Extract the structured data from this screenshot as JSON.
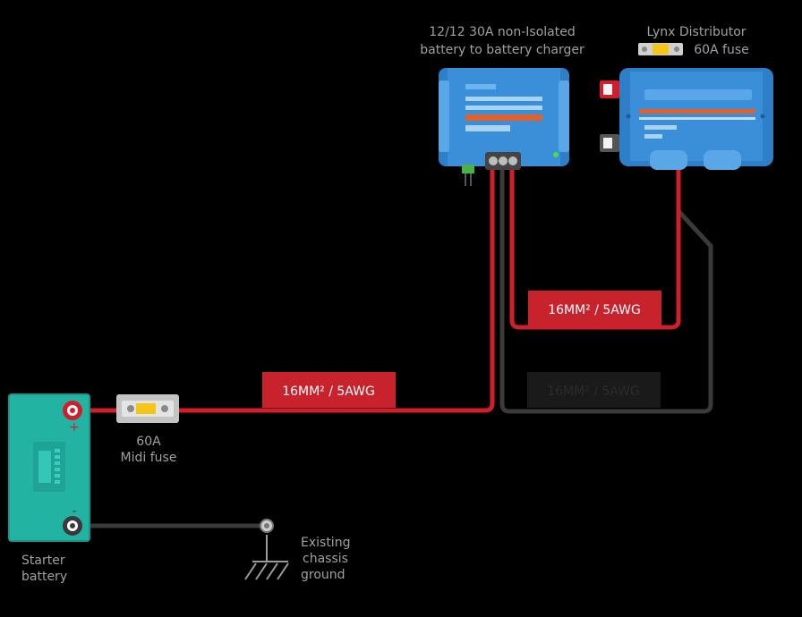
{
  "components": {
    "charger": {
      "label_line1": "12/12 30A non-Isolated",
      "label_line2": "battery to battery charger"
    },
    "lynx": {
      "label_line1": "Lynx Distributor",
      "label_line2": "60A fuse"
    },
    "midi_fuse": {
      "label_line1": "60A",
      "label_line2": "Midi fuse"
    },
    "starter_battery": {
      "label_line1": "Starter",
      "label_line2": "battery",
      "plus_symbol": "+",
      "minus_symbol": "-"
    },
    "chassis_ground": {
      "label_line1": "Existing",
      "label_line2": "chassis",
      "label_line3": "ground"
    }
  },
  "cables": {
    "main_positive_label": "16MM² / 5AWG",
    "lynx_positive_label": "16MM² / 5AWG",
    "negative_label": "16MM² / 5AWG"
  },
  "colors": {
    "background": "#000000",
    "positive_wire": "#d21e2b",
    "negative_wire": "#3a3a3a",
    "device_blue": "#3b8fd9",
    "battery_teal": "#22b3a3",
    "label_text": "#a0a0a0",
    "cable_label_bg_red": "#c8222d",
    "cable_label_bg_dark": "#1a1a1a"
  }
}
